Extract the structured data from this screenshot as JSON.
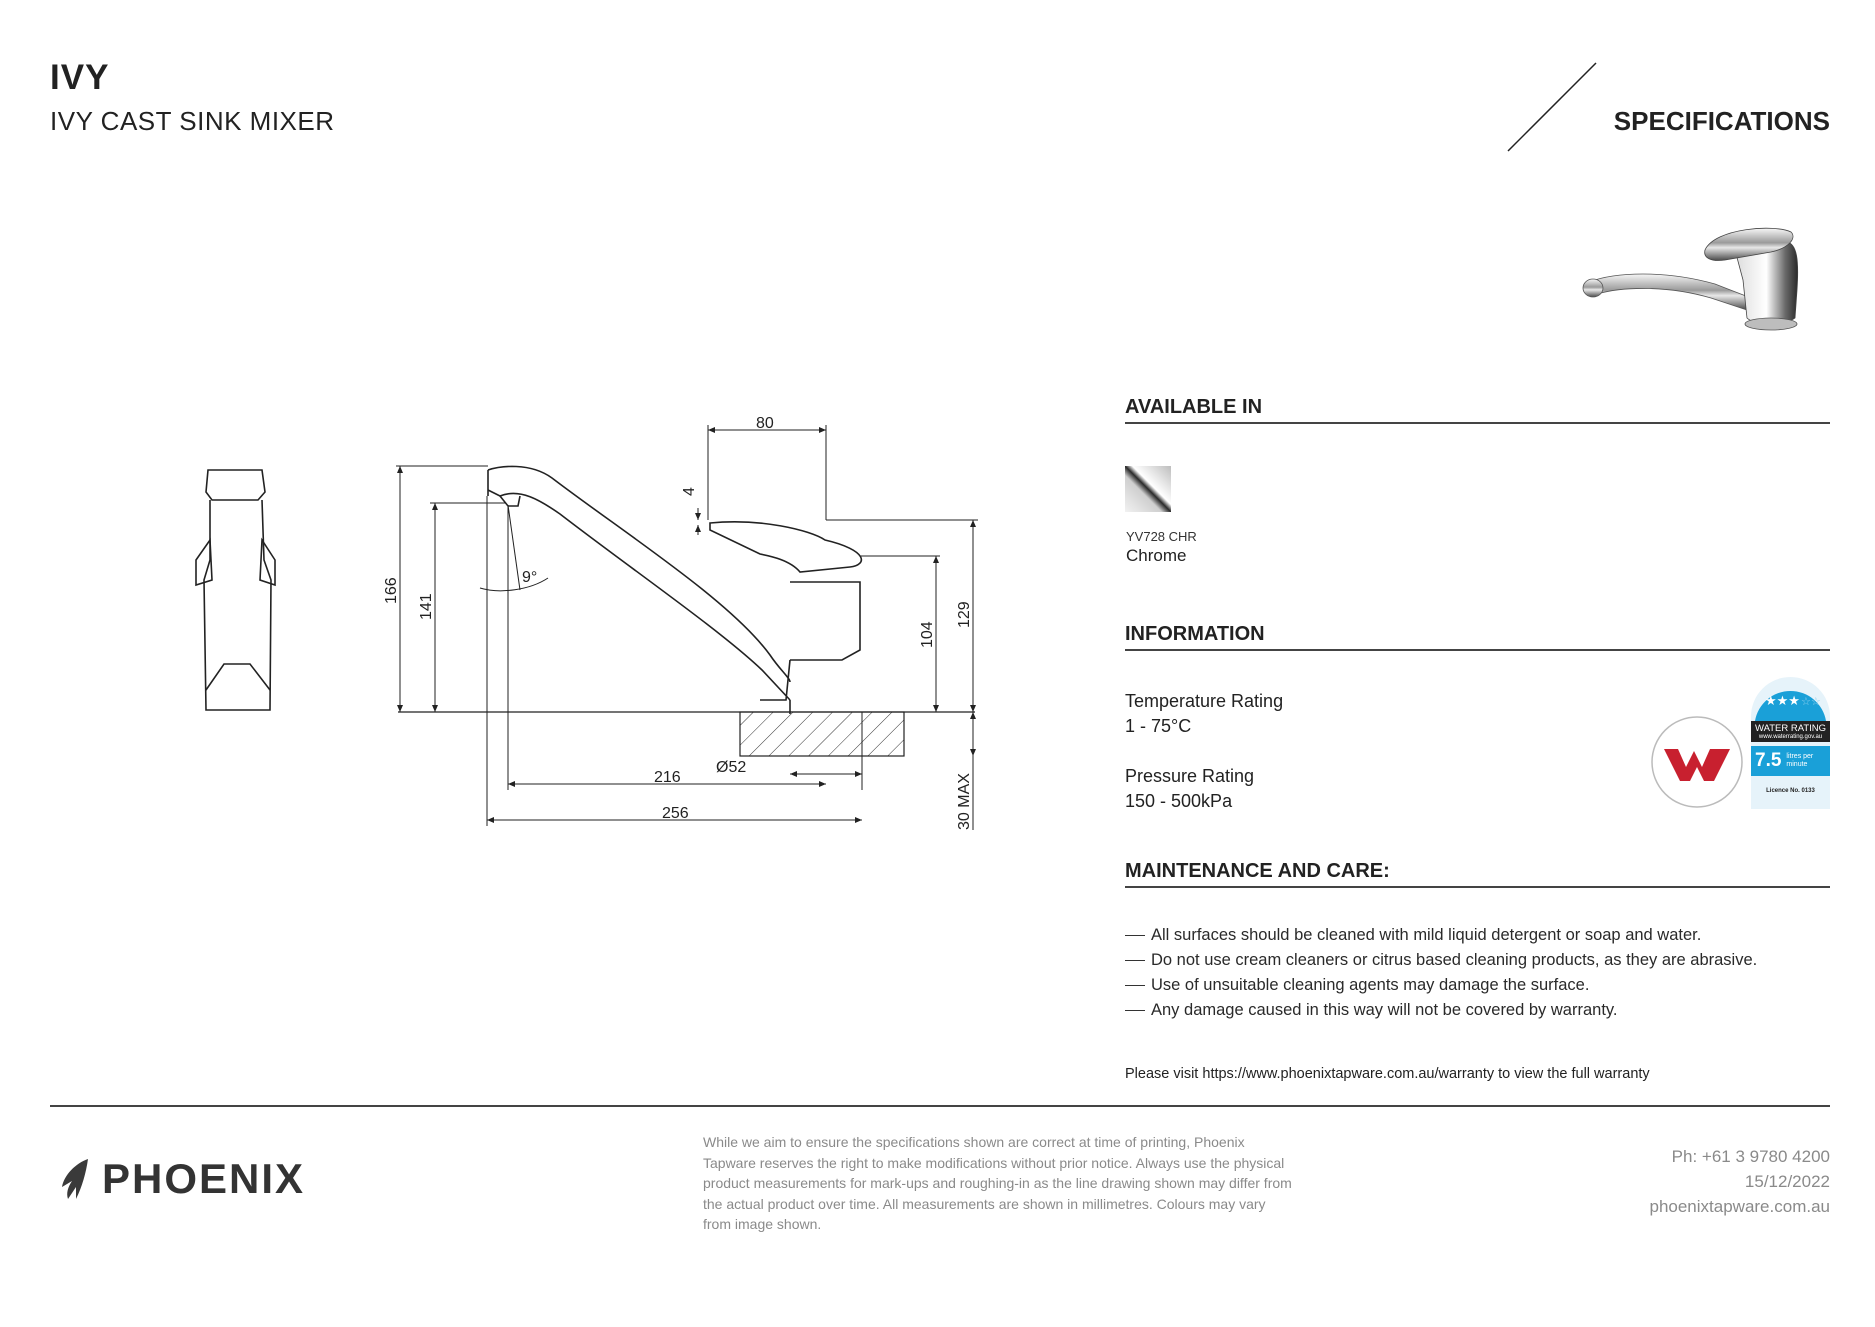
{
  "header": {
    "brand": "IVY",
    "product_name": "IVY CAST SINK MIXER",
    "section": "SPECIFICATIONS"
  },
  "drawing": {
    "dimensions": [
      "80",
      "4",
      "166",
      "141",
      "9°",
      "104",
      "129",
      "216",
      "Ø52",
      "256",
      "30 MAX"
    ]
  },
  "available_in": {
    "title": "AVAILABLE IN",
    "finishes": [
      {
        "code": "YV728 CHR",
        "name": "Chrome"
      }
    ]
  },
  "information": {
    "title": "INFORMATION",
    "items": [
      {
        "label": "Temperature Rating",
        "value": "1 - 75°C"
      },
      {
        "label": "Pressure Rating",
        "value": "150 - 500kPa"
      }
    ],
    "badges": {
      "watermark_icon": "watermark-w-icon",
      "wels": {
        "heading": "WATER RATING",
        "website": "www.waterrating.gov.au",
        "value": "7.5",
        "unit": "litres per minute",
        "licence": "Licence No. 0133"
      }
    }
  },
  "maintenance": {
    "title": "MAINTENANCE AND CARE:",
    "items": [
      "All surfaces should be cleaned with mild liquid detergent or soap and water.",
      "Do not use cream cleaners or citrus based cleaning products, as they are abrasive.",
      "Use of unsuitable cleaning agents may damage the surface.",
      "Any damage caused in this way will not be covered by warranty."
    ],
    "warranty_prefix": "Please visit ",
    "warranty_url": "https://www.phoenixtapware.com.au/warranty",
    "warranty_suffix": " to view the full warranty"
  },
  "footer": {
    "logo_text": "PHOENIX",
    "disclaimer": "While we aim to ensure the specifications shown are correct at time of printing, Phoenix Tapware reserves the right to make modifications without prior notice. Always use the physical product measurements for mark-ups and roughing-in as the line drawing shown may differ from the actual product over time. All measurements are shown in millimetres. Colours may vary from image shown.",
    "phone": "Ph: +61 3 9780 4200",
    "date": "15/12/2022",
    "website": "phoenixtapware.com.au"
  },
  "colors": {
    "accent_red": "#c8202f",
    "wels_blue": "#1aa0d8",
    "text_dark": "#222222",
    "text_grey": "#8a8a8a"
  }
}
